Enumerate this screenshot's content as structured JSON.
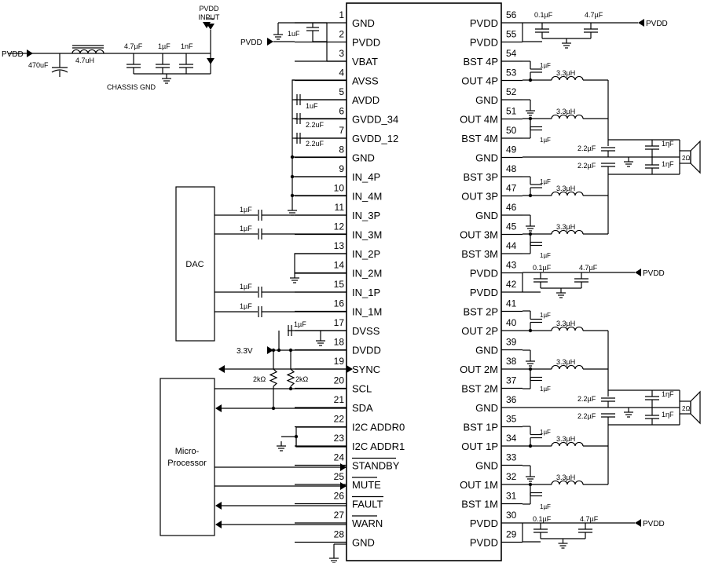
{
  "ic": {
    "left_pins": [
      {
        "num": "1",
        "name": "GND"
      },
      {
        "num": "2",
        "name": "PVDD"
      },
      {
        "num": "3",
        "name": "VBAT"
      },
      {
        "num": "4",
        "name": "AVSS"
      },
      {
        "num": "5",
        "name": "AVDD"
      },
      {
        "num": "6",
        "name": "GVDD_34"
      },
      {
        "num": "7",
        "name": "GVDD_12"
      },
      {
        "num": "8",
        "name": "GND"
      },
      {
        "num": "9",
        "name": "IN_4P"
      },
      {
        "num": "10",
        "name": "IN_4M"
      },
      {
        "num": "11",
        "name": "IN_3P"
      },
      {
        "num": "12",
        "name": "IN_3M"
      },
      {
        "num": "13",
        "name": "IN_2P"
      },
      {
        "num": "14",
        "name": "IN_2M"
      },
      {
        "num": "15",
        "name": "IN_1P"
      },
      {
        "num": "16",
        "name": "IN_1M"
      },
      {
        "num": "17",
        "name": "DVSS"
      },
      {
        "num": "18",
        "name": "DVDD"
      },
      {
        "num": "19",
        "name": "SYNC"
      },
      {
        "num": "20",
        "name": "SCL"
      },
      {
        "num": "21",
        "name": "SDA"
      },
      {
        "num": "22",
        "name": "I2C ADDR0"
      },
      {
        "num": "23",
        "name": "I2C ADDR1"
      },
      {
        "num": "24",
        "name": "STANDBY"
      },
      {
        "num": "25",
        "name": "MUTE"
      },
      {
        "num": "26",
        "name": "FAULT"
      },
      {
        "num": "27",
        "name": "WARN"
      },
      {
        "num": "28",
        "name": "GND"
      }
    ],
    "right_pins": [
      {
        "num": "56",
        "name": "PVDD"
      },
      {
        "num": "55",
        "name": "PVDD"
      },
      {
        "num": "54",
        "name": "BST 4P"
      },
      {
        "num": "53",
        "name": "OUT 4P"
      },
      {
        "num": "52",
        "name": "GND"
      },
      {
        "num": "51",
        "name": "OUT 4M"
      },
      {
        "num": "50",
        "name": "BST 4M"
      },
      {
        "num": "49",
        "name": "GND"
      },
      {
        "num": "48",
        "name": "BST 3P"
      },
      {
        "num": "47",
        "name": "OUT 3P"
      },
      {
        "num": "46",
        "name": "GND"
      },
      {
        "num": "45",
        "name": "OUT 3M"
      },
      {
        "num": "44",
        "name": "BST 3M"
      },
      {
        "num": "43",
        "name": "PVDD"
      },
      {
        "num": "42",
        "name": "PVDD"
      },
      {
        "num": "41",
        "name": "BST 2P"
      },
      {
        "num": "40",
        "name": "OUT 2P"
      },
      {
        "num": "39",
        "name": "GND"
      },
      {
        "num": "38",
        "name": "OUT 2M"
      },
      {
        "num": "37",
        "name": "BST 2M"
      },
      {
        "num": "36",
        "name": "GND"
      },
      {
        "num": "35",
        "name": "BST 1P"
      },
      {
        "num": "34",
        "name": "OUT 1P"
      },
      {
        "num": "33",
        "name": "GND"
      },
      {
        "num": "32",
        "name": "OUT 1M"
      },
      {
        "num": "31",
        "name": "BST 1M"
      },
      {
        "num": "30",
        "name": "PVDD"
      },
      {
        "num": "29",
        "name": "PVDD"
      }
    ],
    "overbar_pins": [
      "24",
      "25",
      "26",
      "27"
    ]
  },
  "blocks": {
    "dac": "DAC",
    "mcu_line1": "Micro-",
    "mcu_line2": "Processor"
  },
  "labels": {
    "pvdd": "PVDD",
    "pvdd_input_1": "PVDD",
    "pvdd_input_2": "INPUT",
    "chassis_gnd": "CHASSIS GND",
    "v33": "3.3V",
    "c470u": "470uF",
    "l47u": "4.7uH",
    "c47u": "4.7µF",
    "c1u": "1µF",
    "c1n": "1nF",
    "c1uF": "1uF",
    "c01u": "0.1µF",
    "c22u": "2.2uF",
    "c22uF": "2.2µF",
    "l33u": "3.3µH",
    "c1nF_out": "1ηF",
    "r2k": "2kΩ",
    "spk": "2Ω"
  }
}
